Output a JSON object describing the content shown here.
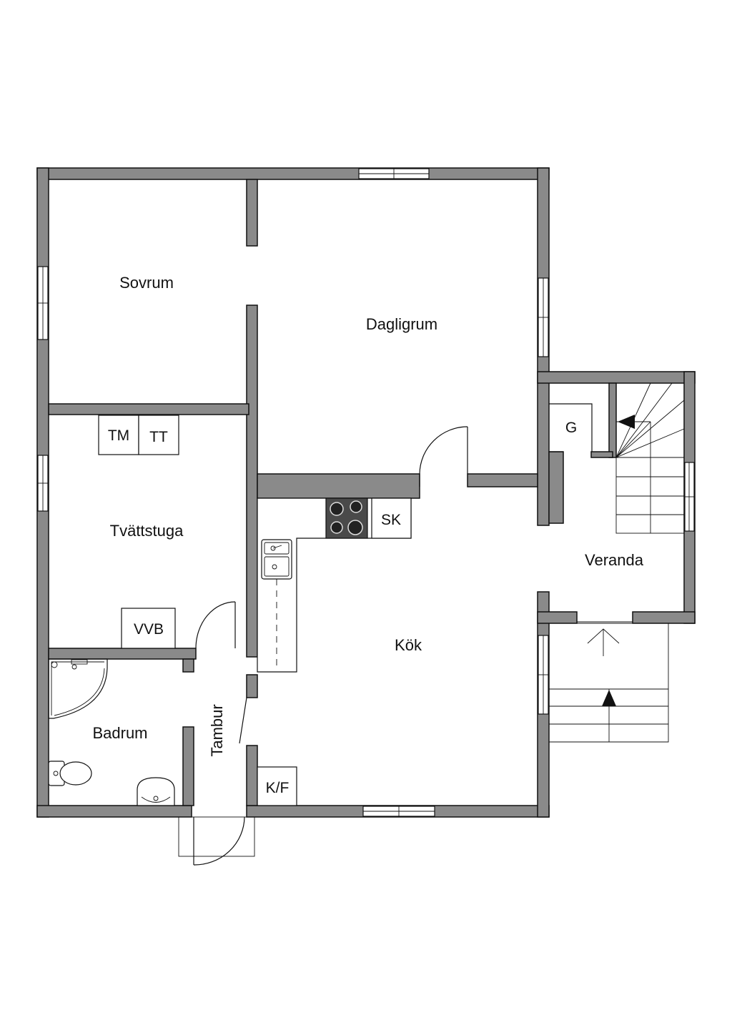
{
  "rooms": {
    "sovrum": "Sovrum",
    "dagligrum": "Dagligrum",
    "tvattstuga": "Tvättstuga",
    "kok": "Kök",
    "veranda": "Veranda",
    "badrum": "Badrum",
    "tambur": "Tambur"
  },
  "fixtures": {
    "tm": "TM",
    "tt": "TT",
    "vvb": "VVB",
    "sk": "SK",
    "g": "G",
    "kf": "K/F"
  }
}
